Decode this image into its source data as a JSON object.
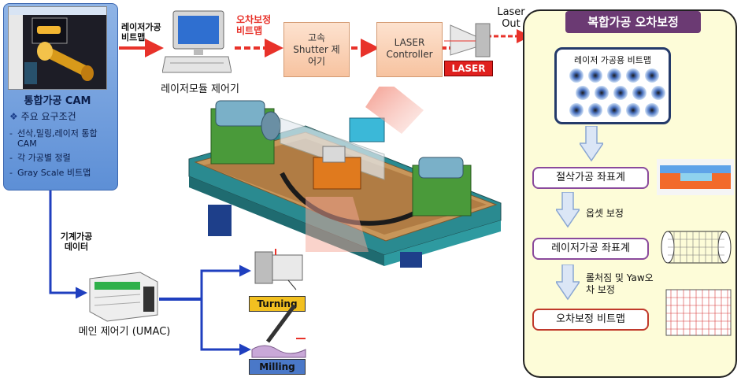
{
  "cam": {
    "title": "통합가공 CAM",
    "requirements_heading": "주요 요구조건",
    "requirements": [
      "선삭,밀링,레이저 통합 CAM",
      "각 가공별 정렬",
      "Gray Scale 비트맵"
    ]
  },
  "flow": {
    "laser_bitmap": "레이저가공 비트맵",
    "laser_module": "레이저모듈 제어기",
    "correction_bitmap": "오차보정 비트맵",
    "shutter": "고속 Shutter 제어기",
    "laser_controller": "LASER Controller",
    "laser": "LASER",
    "laser_out": "Laser Out",
    "machine_data": "기계가공 데이터",
    "main_controller": "메인 제어기 (UMAC)",
    "turning": "Turning",
    "milling": "Milling"
  },
  "right_panel": {
    "title": "복합가공 오차보정",
    "bitmap_caption": "레이저 가공용 비트맵",
    "steps": [
      "절삭가공 좌표계",
      "레이저가공 좌표계",
      "오차보정 비트맵"
    ],
    "arrow_notes": [
      "옵셋 보정",
      "롤처짐 및 Yaw오차 보정"
    ]
  },
  "colors": {
    "flow_arrow": "#e8322a",
    "control_arrow": "#1f3fbf",
    "panel_blue": "#6f9be0",
    "panel_yellow": "#fdfcd8",
    "title_purple": "#6b3a73"
  }
}
